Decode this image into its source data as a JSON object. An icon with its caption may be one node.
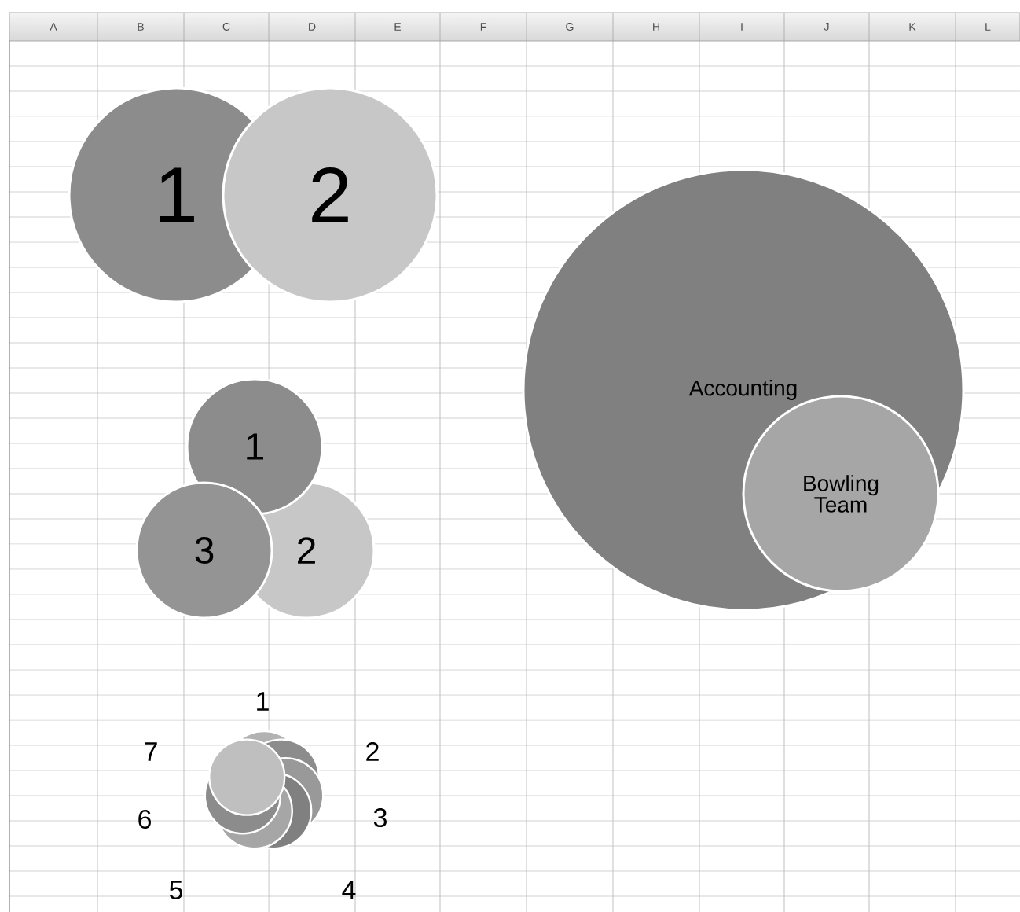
{
  "diagram": {
    "nodes": [
      {
        "text": [
          "1"
        ]
      },
      {
        "text": [
          "2"
        ]
      },
      {
        "text": [
          "1"
        ]
      },
      {
        "text": [
          "3"
        ]
      },
      {
        "text": [
          "2"
        ]
      },
      {
        "text": [
          "Accounting"
        ]
      },
      {
        "text": [
          "Bowling Team"
        ],
        "in": 5
      }
    ],
    "labels": [
      "A",
      "B",
      "C",
      "D",
      "E",
      "F",
      "G",
      "H",
      "I",
      "J",
      "K",
      "L",
      "1",
      "7",
      "2",
      "6",
      "3",
      "5",
      "4"
    ]
  }
}
